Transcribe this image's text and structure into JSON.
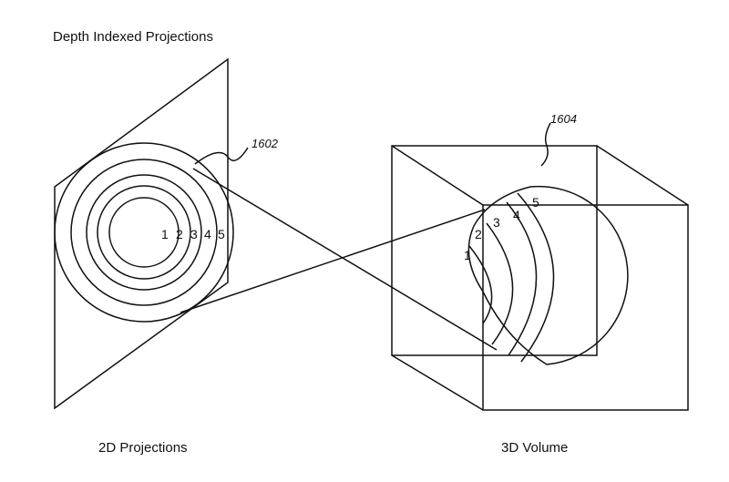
{
  "title": "Depth Indexed Projections",
  "captions": {
    "left": "2D Projections",
    "right": "3D Volume"
  },
  "refs": {
    "projection": "1602",
    "volume": "1604"
  },
  "left_depth_labels": [
    "1",
    "2",
    "3",
    "4",
    "5"
  ],
  "right_depth_labels": [
    "1",
    "2",
    "3",
    "4",
    "5"
  ],
  "colors": {
    "line": "#111111",
    "background": "#ffffff"
  }
}
